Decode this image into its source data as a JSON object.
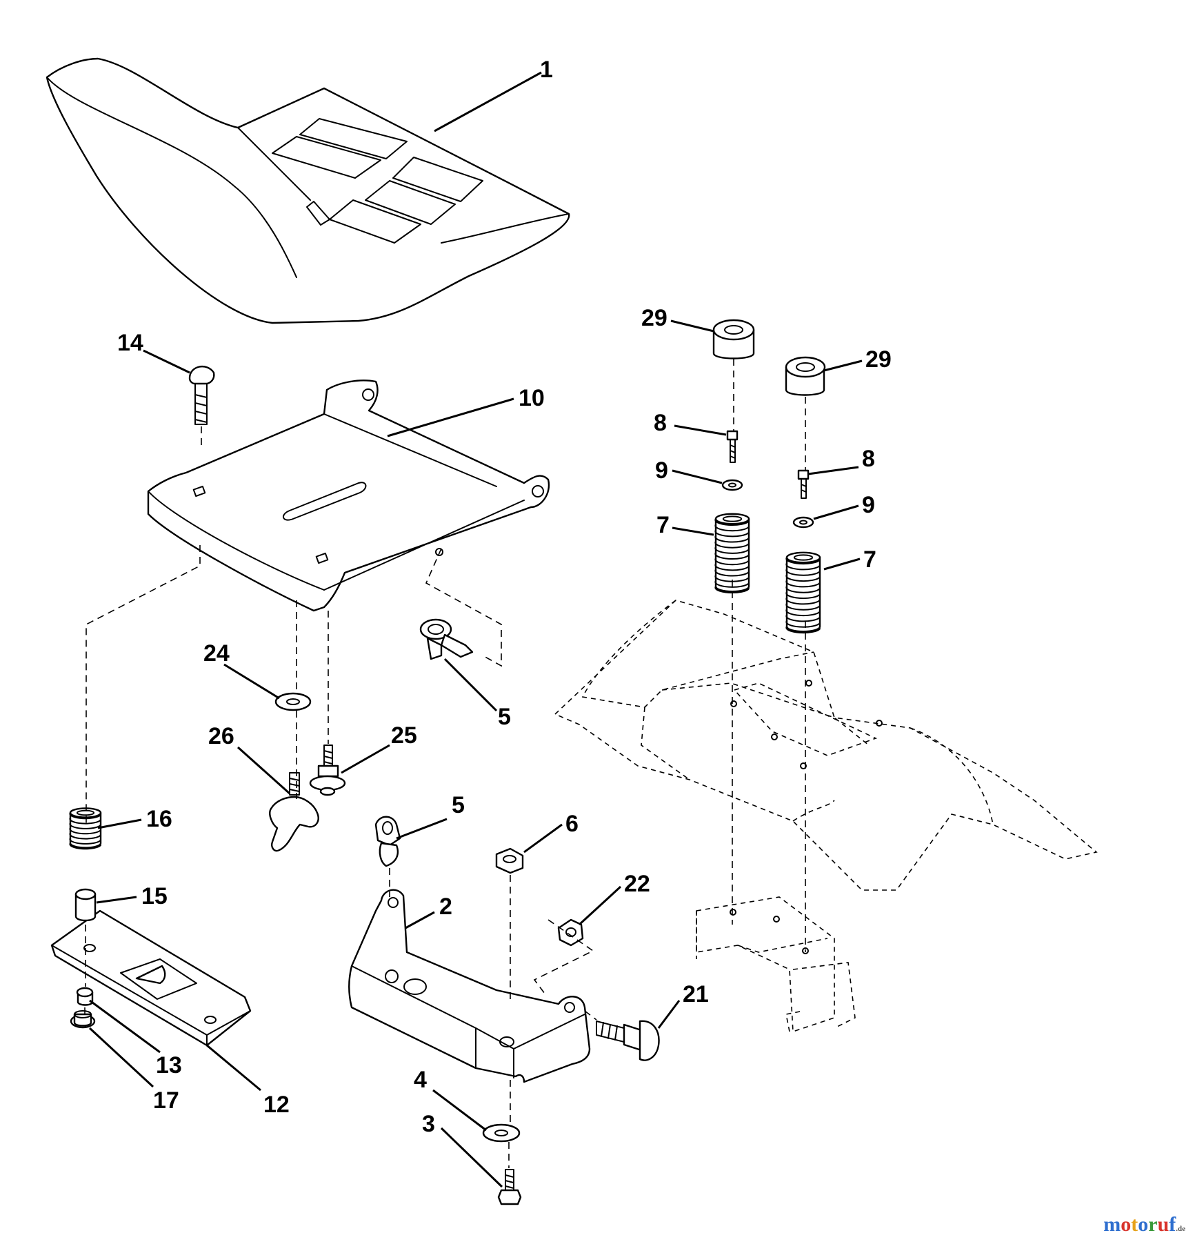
{
  "callouts": [
    {
      "id": "1",
      "text": "1"
    },
    {
      "id": "2",
      "text": "2"
    },
    {
      "id": "3",
      "text": "3"
    },
    {
      "id": "4",
      "text": "4"
    },
    {
      "id": "5a",
      "text": "5"
    },
    {
      "id": "5b",
      "text": "5"
    },
    {
      "id": "6",
      "text": "6"
    },
    {
      "id": "7a",
      "text": "7"
    },
    {
      "id": "7b",
      "text": "7"
    },
    {
      "id": "8a",
      "text": "8"
    },
    {
      "id": "8b",
      "text": "8"
    },
    {
      "id": "9a",
      "text": "9"
    },
    {
      "id": "9b",
      "text": "9"
    },
    {
      "id": "10",
      "text": "10"
    },
    {
      "id": "12",
      "text": "12"
    },
    {
      "id": "13",
      "text": "13"
    },
    {
      "id": "14",
      "text": "14"
    },
    {
      "id": "15",
      "text": "15"
    },
    {
      "id": "16",
      "text": "16"
    },
    {
      "id": "17",
      "text": "17"
    },
    {
      "id": "21",
      "text": "21"
    },
    {
      "id": "22",
      "text": "22"
    },
    {
      "id": "24",
      "text": "24"
    },
    {
      "id": "25",
      "text": "25"
    },
    {
      "id": "26",
      "text": "26"
    },
    {
      "id": "29a",
      "text": "29"
    },
    {
      "id": "29b",
      "text": "29"
    }
  ],
  "watermark": {
    "brand": "motoruf",
    "suffix": ".de",
    "colors": [
      "#2f6fcf",
      "#d8342c",
      "#e6a21c",
      "#2f6fcf",
      "#3a9a3a",
      "#d8342c",
      "#2f6fcf"
    ]
  }
}
